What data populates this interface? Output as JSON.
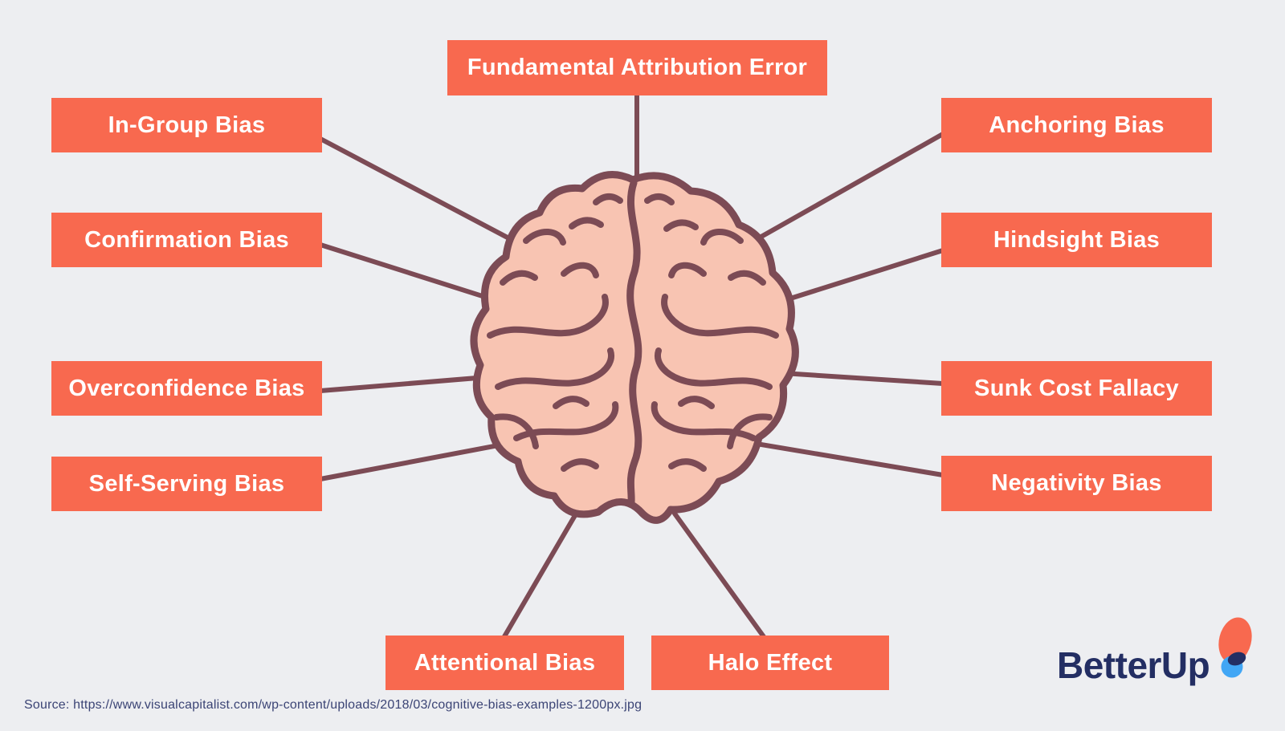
{
  "diagram": {
    "subject": "cognitive biases mind map around a brain illustration",
    "top": "Fundamental Attribution Error",
    "left": [
      "In-Group Bias",
      "Confirmation Bias",
      "Overconfidence Bias",
      "Self-Serving Bias"
    ],
    "right": [
      "Anchoring Bias",
      "Hindsight Bias",
      "Sunk Cost Fallacy",
      "Negativity Bias"
    ],
    "bottom": [
      "Attentional Bias",
      "Halo Effect"
    ]
  },
  "footer": {
    "source": "Source: https://www.visualcapitalist.com/wp-content/uploads/2018/03/cognitive-bias-examples-1200px.jpg",
    "logo_text": "BetterUp"
  },
  "colors": {
    "background": "#edeef1",
    "label_box": "#f8694f",
    "label_text": "#ffffff",
    "connector_line": "#7c4b55",
    "brain_fill": "#f8c4b2",
    "brain_outline": "#7c4b55",
    "navy_text": "#232e63",
    "logo_blue": "#41a6f5",
    "logo_orange": "#f8694f"
  }
}
